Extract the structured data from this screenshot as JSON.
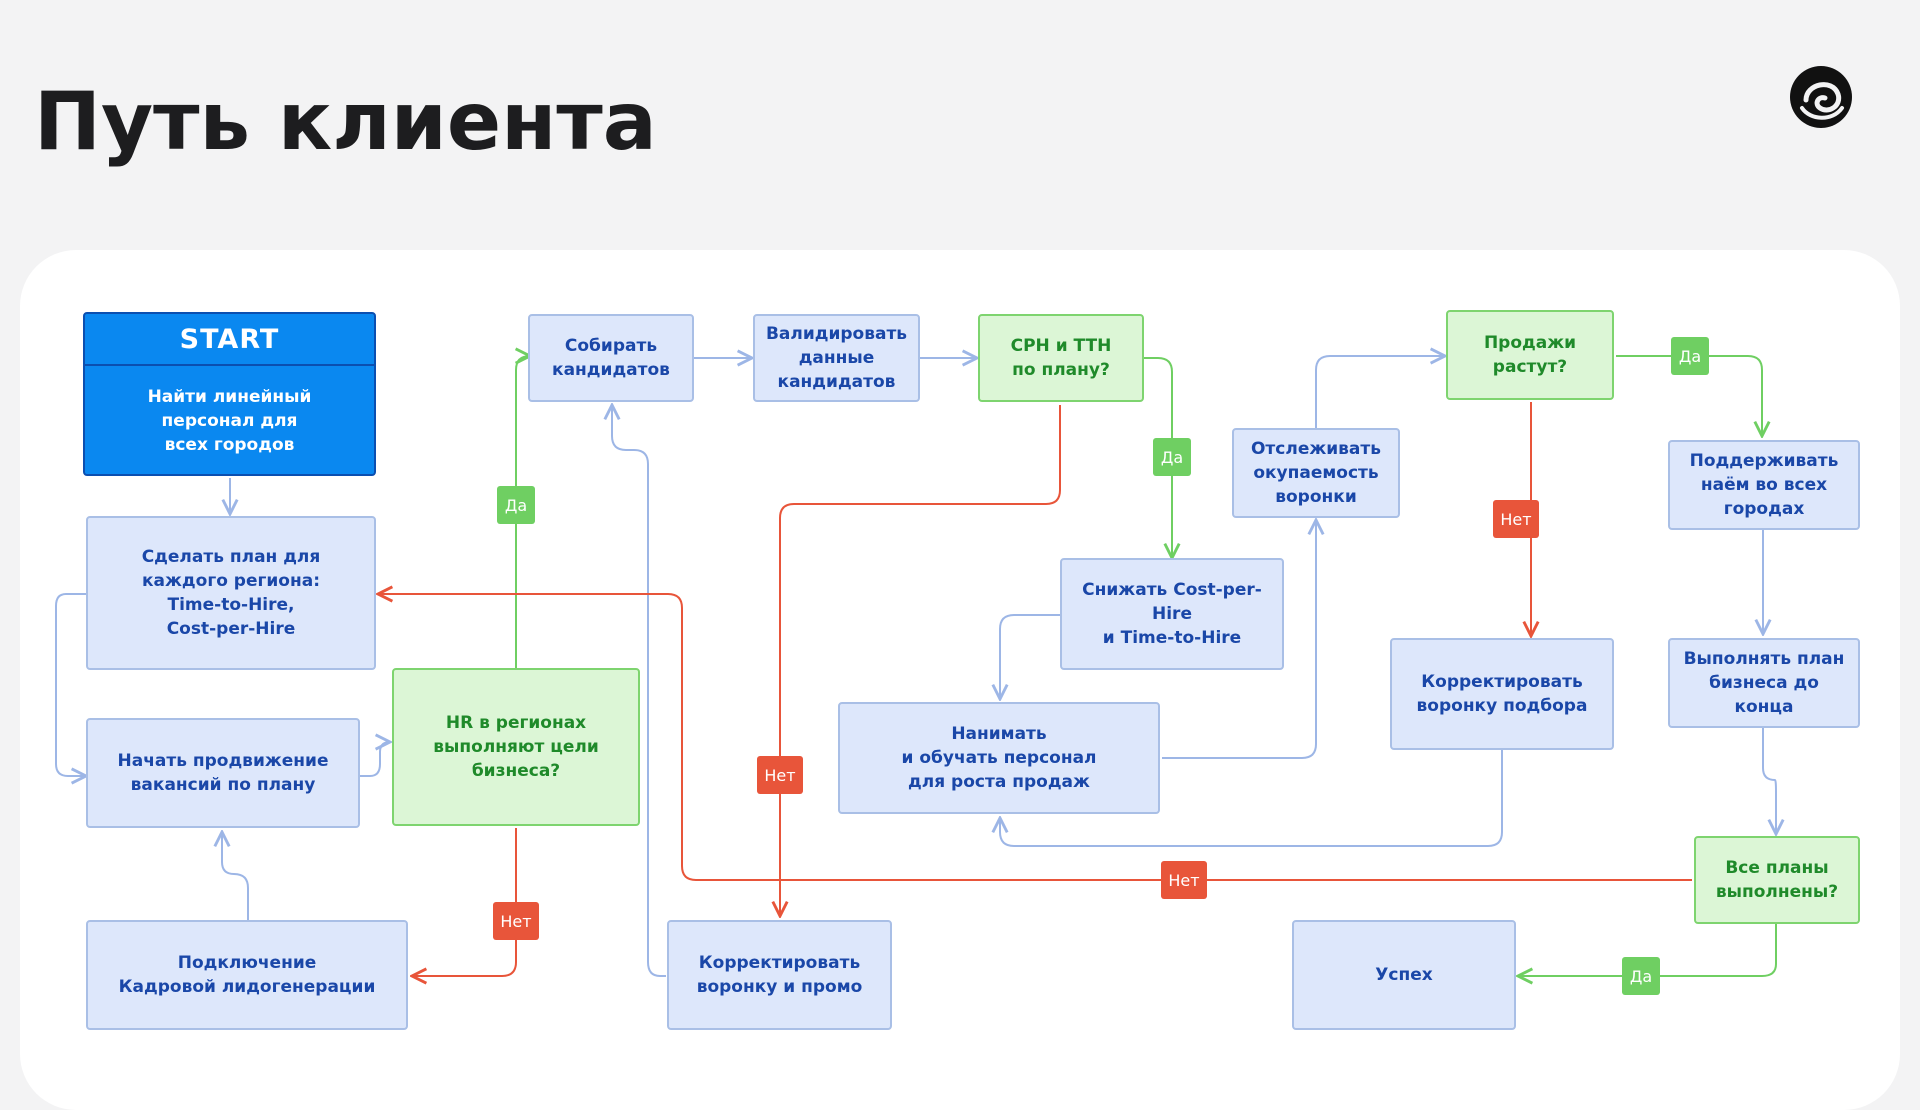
{
  "page": {
    "title": "Путь клиента"
  },
  "logo": {
    "icon": "swirl-logo-icon"
  },
  "colors": {
    "blue_fill": "#dde7fb",
    "blue_border": "#a9bfe6",
    "blue_text": "#1a47a8",
    "green_fill": "#dcf6d6",
    "green_border": "#7ed46f",
    "green_text": "#1f8a2a",
    "start_fill": "#0a88f0",
    "yes": "#6fcf62",
    "no": "#e8553a",
    "arrow_blue": "#9db6e6"
  },
  "diagram": {
    "start": {
      "head": "START",
      "text": "Найти линейный\nперсонал для\nвсех городов"
    },
    "nodes": {
      "plan": "Сделать план для\nкаждого региона:\nTime-to-Hire,\nCost-per-Hire",
      "promote": "Начать продвижение\nвакансий по плану",
      "leadgen": "Подключение\nКадровой лидогенерации",
      "hr_goals": "HR в регионах\nвыполняют цели\nбизнеса?",
      "collect": "Собирать\nкандидатов",
      "validate": "Валидировать\nданные\nкандидатов",
      "cph_tth": "CPH и TTH\nпо плану?",
      "reduce": "Снижать Cost-per-\nHire\nи Time-to-Hire",
      "hire_train": "Нанимать\nи обучать персонал\nдля роста продаж",
      "adjust_promo": "Корректировать\nворонку и промо",
      "track": "Отслеживать\nокупаемость\nворонки",
      "sales_grow": "Продажи\nрастут?",
      "adjust_funnel": "Корректировать\nворонку подбора",
      "support": "Поддерживать\nнаём во всех\nгородах",
      "complete_plan": "Выполнять план\nбизнеса до\nконца",
      "all_done": "Все планы\nвыполнены?",
      "success": "Успех"
    },
    "labels": {
      "yes": "Да",
      "no": "Нет"
    }
  }
}
